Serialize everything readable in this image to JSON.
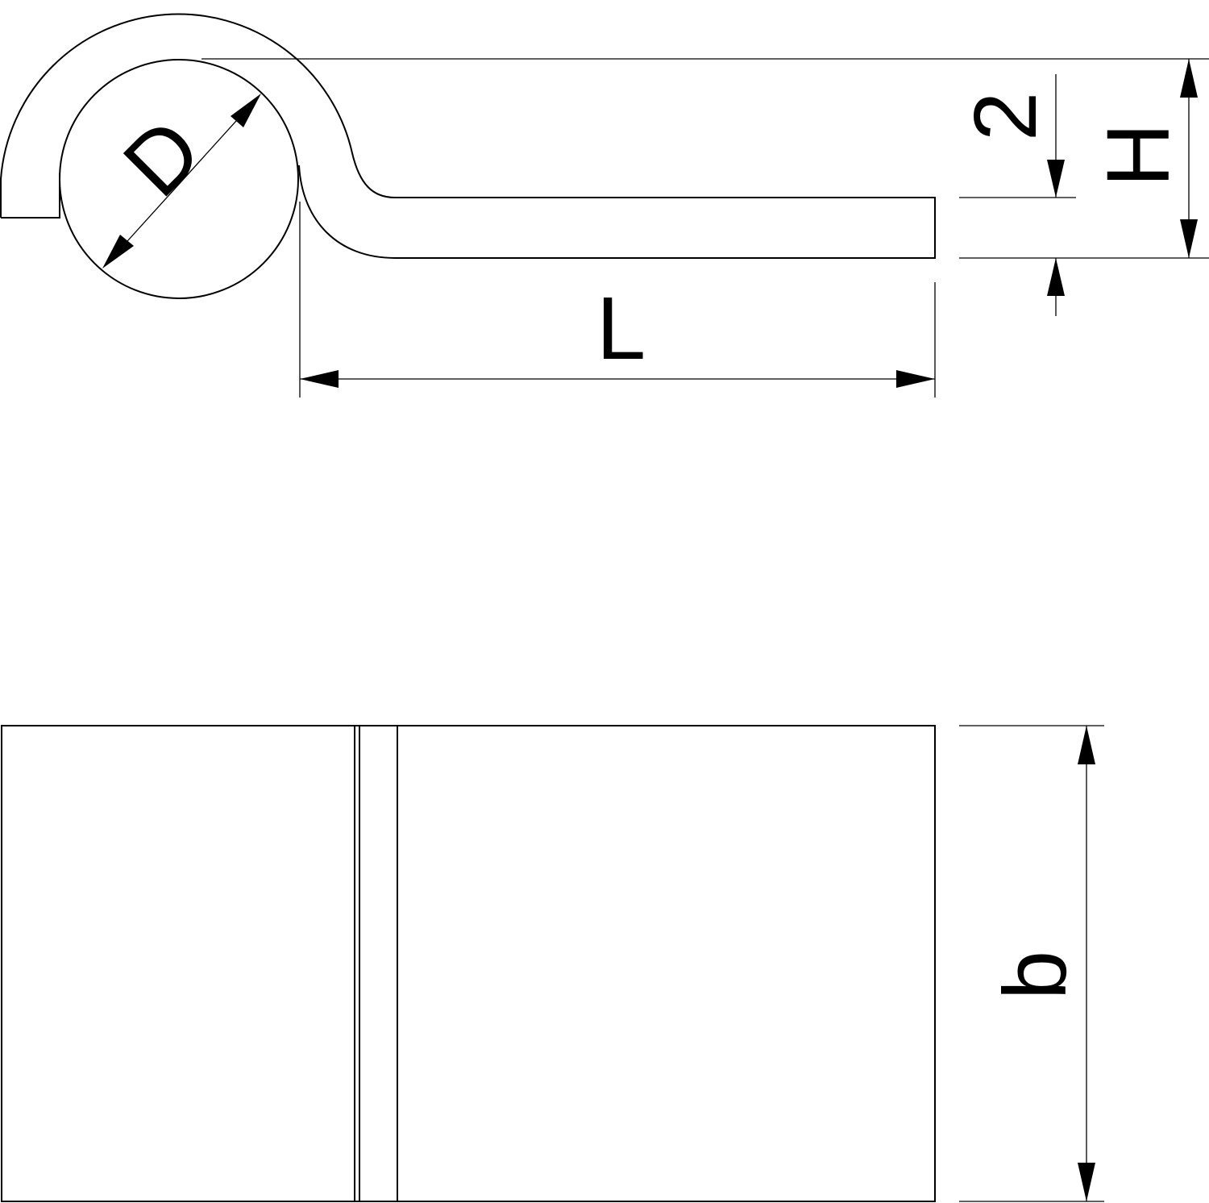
{
  "drawing": {
    "side_view": {
      "labels": {
        "diameter": "D",
        "length": "L",
        "thickness": "2",
        "height": "H"
      }
    },
    "front_view": {
      "labels": {
        "width": "b"
      }
    }
  }
}
